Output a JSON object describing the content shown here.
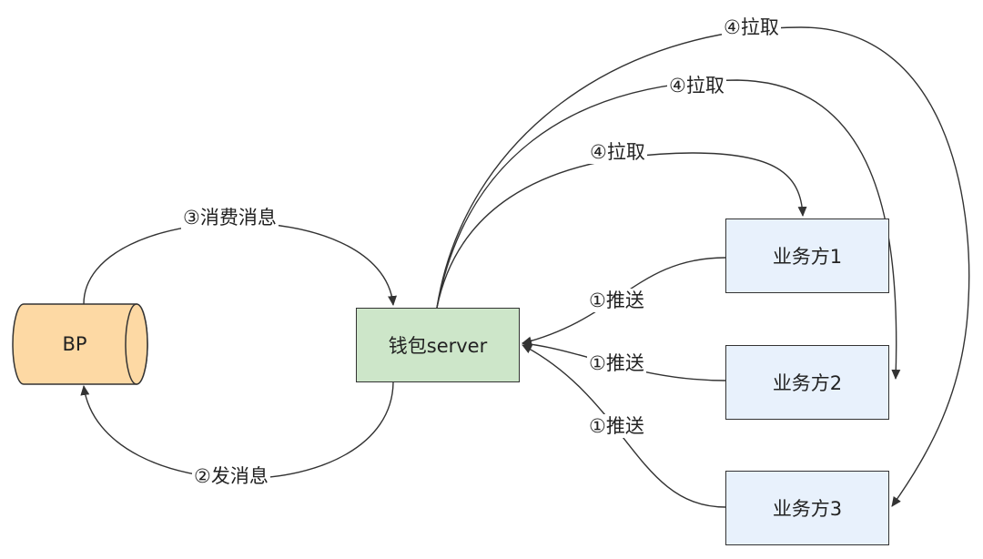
{
  "nodes": {
    "bp": "BP",
    "wallet": "钱包server",
    "svc1": "业务方1",
    "svc2": "业务方2",
    "svc3": "业务方3"
  },
  "edges": {
    "consume": "③消费消息",
    "send": "②发消息",
    "pull_1": "④拉取",
    "pull_2": "④拉取",
    "pull_3": "④拉取",
    "push_1": "①推送",
    "push_2": "①推送",
    "push_3": "①推送"
  },
  "colors": {
    "bp_fill": "#fdd9a4",
    "wallet_fill": "#cde6c9",
    "service_fill": "#e8f1fc",
    "line": "#333333"
  }
}
